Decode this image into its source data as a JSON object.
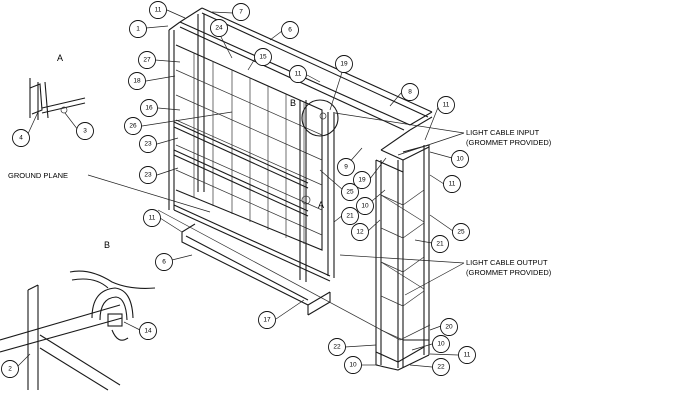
{
  "views": {
    "a": "A",
    "b": "B",
    "b_inset": "B",
    "a_inset": "A"
  },
  "labels": {
    "ground_plane": "GROUND PLANE",
    "cable_input_1": "LIGHT CABLE INPUT",
    "cable_input_2": "(GROMMET PROVIDED)",
    "cable_output_1": "LIGHT CABLE OUTPUT",
    "cable_output_2": "(GROMMET PROVIDED)"
  },
  "callouts": [
    {
      "id": "c-11a",
      "n": "11"
    },
    {
      "id": "c-7",
      "n": "7"
    },
    {
      "id": "c-1",
      "n": "1"
    },
    {
      "id": "c-24",
      "n": "24"
    },
    {
      "id": "c-6a",
      "n": "6"
    },
    {
      "id": "c-27",
      "n": "27"
    },
    {
      "id": "c-15",
      "n": "15"
    },
    {
      "id": "c-18",
      "n": "18"
    },
    {
      "id": "c-11b",
      "n": "11"
    },
    {
      "id": "c-19a",
      "n": "19"
    },
    {
      "id": "c-8",
      "n": "8"
    },
    {
      "id": "c-16",
      "n": "16"
    },
    {
      "id": "c-26",
      "n": "26"
    },
    {
      "id": "c-11c",
      "n": "11"
    },
    {
      "id": "c-23a",
      "n": "23"
    },
    {
      "id": "c-10a",
      "n": "10"
    },
    {
      "id": "c-9",
      "n": "9"
    },
    {
      "id": "c-19b",
      "n": "19"
    },
    {
      "id": "c-11d",
      "n": "11"
    },
    {
      "id": "c-23b",
      "n": "23"
    },
    {
      "id": "c-25a",
      "n": "25"
    },
    {
      "id": "c-10b",
      "n": "10"
    },
    {
      "id": "c-21a",
      "n": "21"
    },
    {
      "id": "c-12",
      "n": "12"
    },
    {
      "id": "c-25b",
      "n": "25"
    },
    {
      "id": "c-11e",
      "n": "11"
    },
    {
      "id": "c-21b",
      "n": "21"
    },
    {
      "id": "c-6b",
      "n": "6"
    },
    {
      "id": "c-17",
      "n": "17"
    },
    {
      "id": "c-20",
      "n": "20"
    },
    {
      "id": "c-22a",
      "n": "22"
    },
    {
      "id": "c-10c",
      "n": "10"
    },
    {
      "id": "c-11f",
      "n": "11"
    },
    {
      "id": "c-10d",
      "n": "10"
    },
    {
      "id": "c-22b",
      "n": "22"
    },
    {
      "id": "c-4",
      "n": "4"
    },
    {
      "id": "c-3",
      "n": "3"
    },
    {
      "id": "c-14",
      "n": "14"
    },
    {
      "id": "c-2",
      "n": "2"
    }
  ]
}
